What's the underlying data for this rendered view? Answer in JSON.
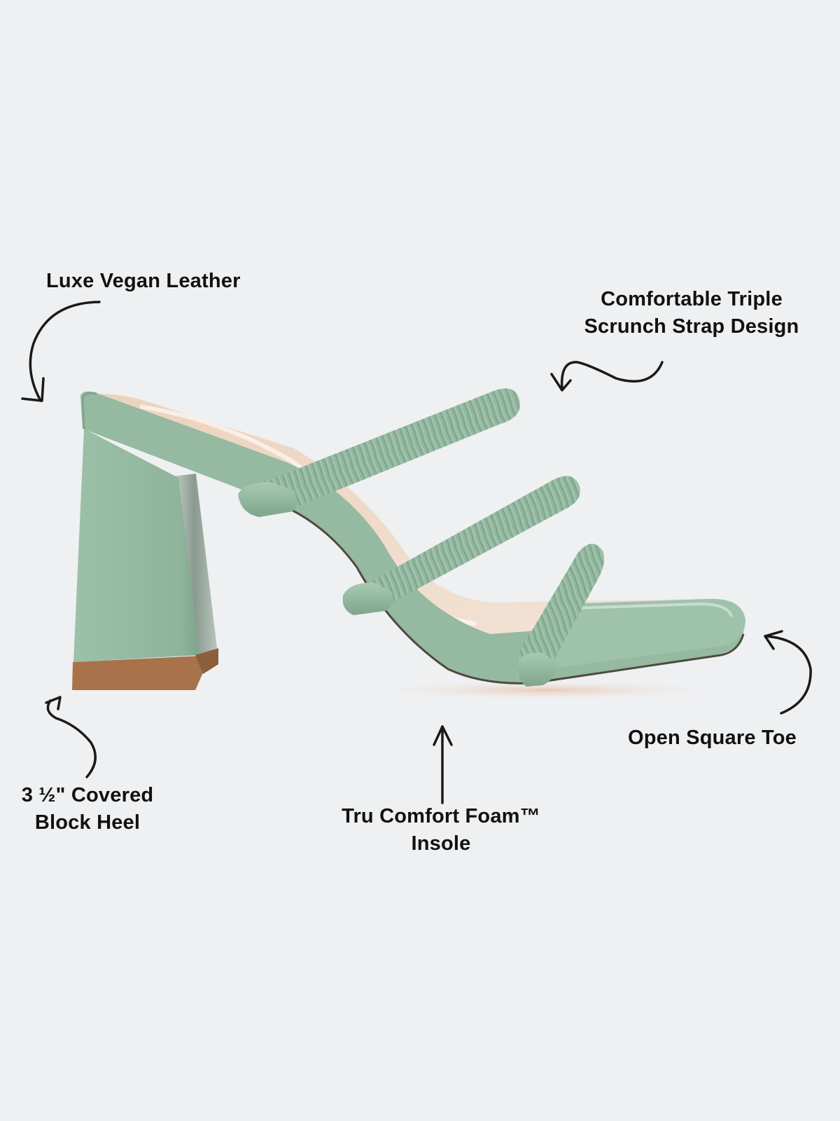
{
  "colors": {
    "background": "#eef0f2",
    "text": "#111111",
    "shoe_green": "#93b8a0",
    "shoe_green_dark": "#7aa088",
    "heel_cap": "#a8724a",
    "footbed": "#e8c9ae",
    "arrow": "#1a1a1a"
  },
  "product": {
    "name": "Triple scrunch strap block heel sandal",
    "image_alt": "sage green sandal with three scrunched straps and covered block heel"
  },
  "callouts": [
    {
      "id": "material",
      "lines": [
        "Luxe Vegan Leather"
      ],
      "icon": "curved-arrow-down-icon"
    },
    {
      "id": "straps",
      "lines": [
        "Comfortable Triple",
        "Scrunch Strap Design"
      ],
      "icon": "wavy-arrow-left-icon"
    },
    {
      "id": "heel",
      "lines": [
        "3 ½\" Covered",
        "Block Heel"
      ],
      "icon": "squiggle-arrow-up-icon"
    },
    {
      "id": "insole",
      "lines": [
        "Tru Comfort Foam™",
        "Insole"
      ],
      "icon": "straight-arrow-up-icon"
    },
    {
      "id": "toe",
      "lines": [
        "Open Square Toe"
      ],
      "icon": "curved-arrow-up-left-icon"
    }
  ]
}
